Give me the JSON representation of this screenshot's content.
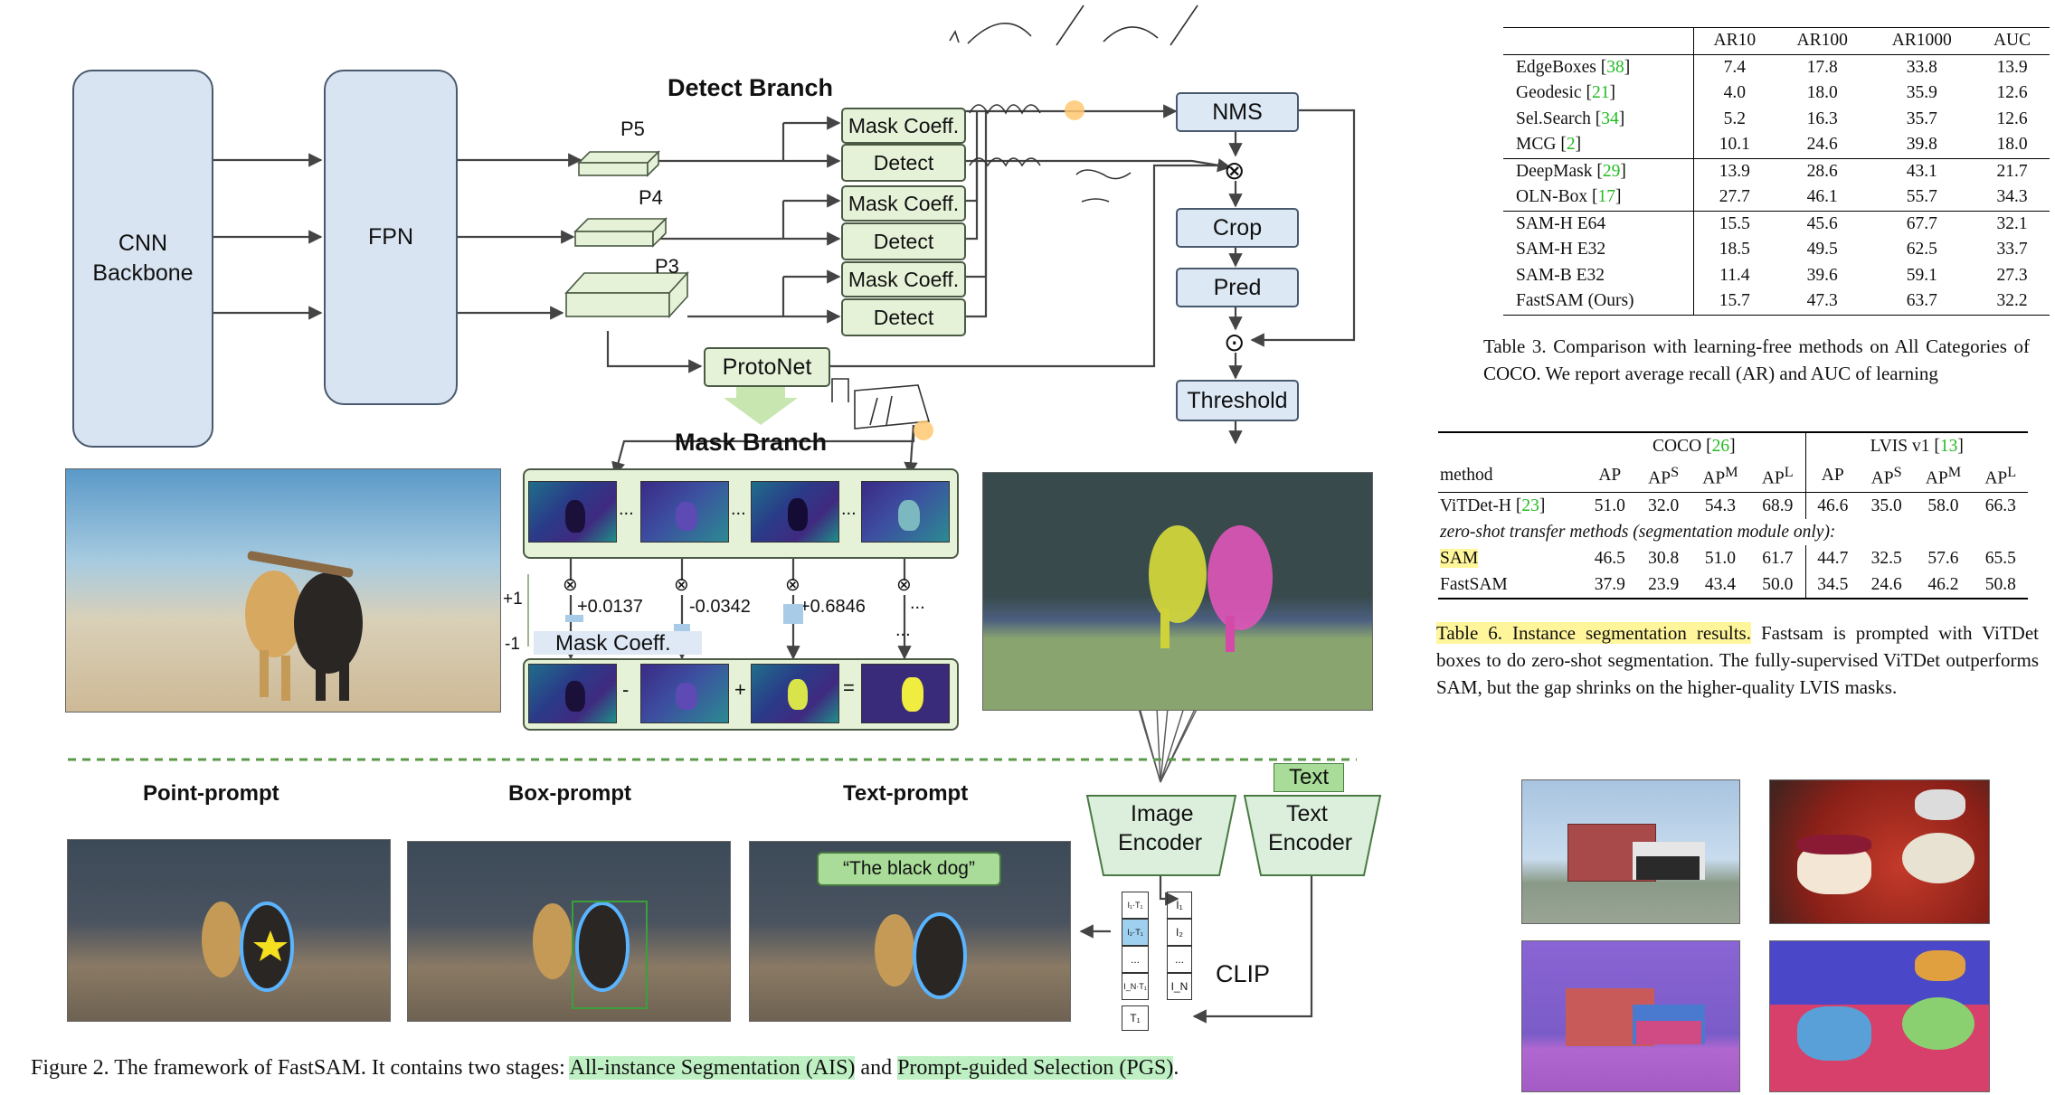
{
  "figure": {
    "blocks": {
      "cnn": [
        "CNN",
        "Backbone"
      ],
      "fpn": "FPN",
      "levels": [
        "P5",
        "P4",
        "P3"
      ],
      "head_mask_coeff": "Mask Coeff.",
      "head_detect": "Detect",
      "detect_branch": "Detect Branch",
      "protonet": "ProtoNet",
      "mask_branch": "Mask Branch",
      "nms": "NMS",
      "crop": "Crop",
      "pred": "Pred",
      "threshold": "Threshold",
      "multiply_symbol": "⊗",
      "dot_symbol": "⊙"
    },
    "mask": {
      "coefficients": [
        "+0.0137",
        "-0.0342",
        "+0.6846",
        "..."
      ],
      "axis_plus": "+1",
      "axis_minus": "-1",
      "coeff_label": "Mask Coeff.",
      "ellipsis": "...",
      "ops": [
        "-",
        "+",
        "="
      ]
    },
    "prompts": {
      "point": "Point-prompt",
      "box": "Box-prompt",
      "text": "Text-prompt",
      "text_query": "“The black dog”"
    },
    "clip": {
      "image_encoder": [
        "Image",
        "Encoder"
      ],
      "text_tag": "Text",
      "text_encoder": [
        "Text",
        "Encoder"
      ],
      "clip": "CLIP",
      "sim_cells": [
        "I₁·T₁",
        "I₂·T₁",
        "...",
        "I_N·T₁"
      ],
      "img_feats": [
        "I₁",
        "I₂",
        "...",
        "I_N"
      ],
      "text_feat": "T₁"
    },
    "caption_prefix": "Figure 2.  The framework of FastSAM. It contains two stages: ",
    "caption_hl1": "All-instance Segmentation (AIS)",
    "caption_mid": " and ",
    "caption_hl2": "Prompt-guided Selection (PGS)",
    "caption_end": "."
  },
  "table3": {
    "columns": [
      "",
      "AR10",
      "AR100",
      "AR1000",
      "AUC"
    ],
    "groups": [
      [
        {
          "method": "EdgeBoxes",
          "ref": "38",
          "values": [
            "7.4",
            "17.8",
            "33.8",
            "13.9"
          ]
        },
        {
          "method": "Geodesic",
          "ref": "21",
          "values": [
            "4.0",
            "18.0",
            "35.9",
            "12.6"
          ]
        },
        {
          "method": "Sel.Search",
          "ref": "34",
          "values": [
            "5.2",
            "16.3",
            "35.7",
            "12.6"
          ]
        },
        {
          "method": "MCG",
          "ref": "2",
          "values": [
            "10.1",
            "24.6",
            "39.8",
            "18.0"
          ]
        }
      ],
      [
        {
          "method": "DeepMask",
          "ref": "29",
          "values": [
            "13.9",
            "28.6",
            "43.1",
            "21.7"
          ]
        },
        {
          "method": "OLN-Box",
          "ref": "17",
          "values": [
            "27.7",
            "46.1",
            "55.7",
            "34.3"
          ]
        }
      ],
      [
        {
          "method": "SAM-H E64",
          "ref": "",
          "values": [
            "15.5",
            "45.6",
            "67.7",
            "32.1"
          ]
        },
        {
          "method": "SAM-H E32",
          "ref": "",
          "values": [
            "18.5",
            "49.5",
            "62.5",
            "33.7"
          ]
        },
        {
          "method": "SAM-B E32",
          "ref": "",
          "values": [
            "11.4",
            "39.6",
            "59.1",
            "27.3"
          ]
        },
        {
          "method": "FastSAM (Ours)",
          "ref": "",
          "values": [
            "15.7",
            "47.3",
            "63.7",
            "32.2"
          ]
        }
      ]
    ],
    "caption": "Table 3. Comparison with learning-free methods on All Categories of COCO. We report average recall (AR) and AUC of learning"
  },
  "table6": {
    "coco": "COCO",
    "coco_ref": "26",
    "lvis": "LVIS v1",
    "lvis_ref": "13",
    "col_method": "method",
    "col_ap": "AP",
    "sup_s": "S",
    "sup_m": "M",
    "sup_l": "L",
    "vitdet": {
      "method": "ViTDet-H",
      "ref": "23",
      "values": [
        "51.0",
        "32.0",
        "54.3",
        "68.9",
        "46.6",
        "35.0",
        "58.0",
        "66.3"
      ]
    },
    "zero_shot_note": "zero-shot transfer methods (segmentation module only):",
    "sam": {
      "method": "SAM",
      "values": [
        "46.5",
        "30.8",
        "51.0",
        "61.7",
        "44.7",
        "32.5",
        "57.6",
        "65.5"
      ]
    },
    "fastsam": {
      "method": "FastSAM",
      "values": [
        "37.9",
        "23.9",
        "43.4",
        "50.0",
        "34.5",
        "24.6",
        "46.2",
        "50.8"
      ]
    },
    "caption_hl": "Table 6. Instance segmentation results.",
    "caption_rest": " Fastsam is prompted with ViTDet boxes to do zero-shot segmentation. The fully-supervised ViTDet outperforms SAM, but the gap shrinks on the higher-quality LVIS masks."
  },
  "colors": {
    "block_blue": "#d8e4f2",
    "block_green": "#e6f2d8",
    "caption_yellow": "#fff59a",
    "caption_green": "#bff0c4",
    "citation_green": "#22bb22"
  }
}
